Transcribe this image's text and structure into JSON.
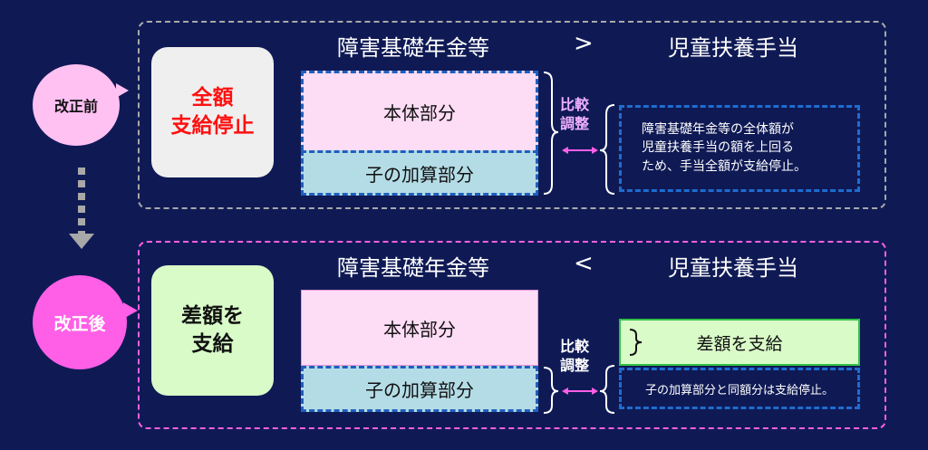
{
  "before": {
    "label": "改正前",
    "result_line1": "全額",
    "result_line2": "支給停止",
    "header_left": "障害基礎年金等",
    "comparison": ">",
    "header_right": "児童扶養手当",
    "main_block": "本体部分",
    "child_block": "子の加算部分",
    "compare_line1": "比較",
    "compare_line2": "調整",
    "note_lines": [
      "障害基礎年金等の全体額が",
      "児童扶養手当の額を上回る",
      "ため、手当全額が支給停止。"
    ]
  },
  "after": {
    "label": "改正後",
    "result_line1": "差額を",
    "result_line2": "支給",
    "header_left": "障害基礎年金等",
    "comparison": "<",
    "header_right": "児童扶養手当",
    "main_block": "本体部分",
    "child_block": "子の加算部分",
    "compare_line1": "比較",
    "compare_line2": "調整",
    "support_text": "差額を支給",
    "note_text": "子の加算部分と同額分は支給停止。"
  },
  "colors": {
    "background": "#0f1a55",
    "before_bubble": "#ffc0f2",
    "after_bubble": "#ff5fe6",
    "stop_text": "#ff1010",
    "support_fill": "#d9fbc8",
    "dashed_blue": "#1f5fbf"
  }
}
